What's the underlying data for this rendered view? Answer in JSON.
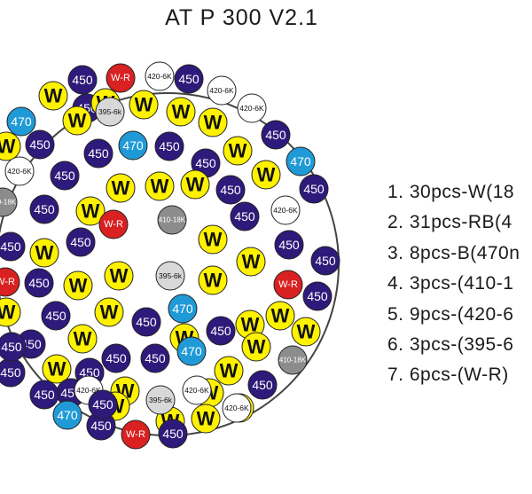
{
  "title": "AT P 300 V2.1",
  "colors": {
    "W": "#fff200",
    "450": "#2e1a7a",
    "470": "#1f9ad6",
    "W-R": "#d92121",
    "420-6K": "#ffffff",
    "395-6k": "#d8d8d8",
    "410-18K": "#8c8c8c",
    "board_outline": "#444444"
  },
  "legend": [
    "1. 30pcs-W(18",
    "2. 31pcs-RB(4",
    "3. 8pcs-B(470n",
    "4. 3pcs-(410-1",
    "5. 9pcs-(420-6",
    "6. 3pcs-(395-6",
    "7. 6pcs-(W-R)"
  ],
  "leds": [
    {
      "type": "450",
      "label": "450"
    },
    {
      "type": "W-R",
      "label": "W-R"
    },
    {
      "type": "420-6K",
      "label": "420-6K"
    },
    {
      "type": "450",
      "label": "450"
    },
    {
      "type": "W",
      "label": "W"
    },
    {
      "type": "450",
      "label": "450"
    },
    {
      "type": "W",
      "label": "W"
    },
    {
      "type": "420-6K",
      "label": "420-6K"
    },
    {
      "type": "W",
      "label": "W"
    },
    {
      "type": "395-6k",
      "label": "395-6k"
    },
    {
      "type": "W",
      "label": "W"
    },
    {
      "type": "420-6K",
      "label": "420-6K"
    },
    {
      "type": "W",
      "label": "W"
    },
    {
      "type": "470",
      "label": "470"
    },
    {
      "type": "W",
      "label": "W"
    },
    {
      "type": "W",
      "label": "W"
    },
    {
      "type": "450",
      "label": "450"
    },
    {
      "type": "450",
      "label": "450"
    },
    {
      "type": "470",
      "label": "470"
    },
    {
      "type": "450",
      "label": "450"
    },
    {
      "type": "450",
      "label": "450"
    },
    {
      "type": "W",
      "label": "W"
    },
    {
      "type": "450",
      "label": "450"
    },
    {
      "type": "470",
      "label": "470"
    },
    {
      "type": "420-6K",
      "label": "420-6K"
    },
    {
      "type": "450",
      "label": "450"
    },
    {
      "type": "450",
      "label": "450"
    },
    {
      "type": "W",
      "label": "W"
    },
    {
      "type": "W",
      "label": "W"
    },
    {
      "type": "W",
      "label": "W"
    },
    {
      "type": "450",
      "label": "450"
    },
    {
      "type": "W",
      "label": "W"
    },
    {
      "type": "410-18K",
      "label": "410-18K"
    },
    {
      "type": "450",
      "label": "450"
    },
    {
      "type": "W",
      "label": "W"
    },
    {
      "type": "W-R",
      "label": "W-R"
    },
    {
      "type": "410-18K",
      "label": "410-18K"
    },
    {
      "type": "450",
      "label": "450"
    },
    {
      "type": "420-6K",
      "label": "420-6K"
    },
    {
      "type": "450",
      "label": "450"
    },
    {
      "type": "W",
      "label": "W"
    },
    {
      "type": "450",
      "label": "450"
    },
    {
      "type": "W",
      "label": "W"
    },
    {
      "type": "450",
      "label": "450"
    },
    {
      "type": "W",
      "label": "W"
    },
    {
      "type": "450",
      "label": "450"
    },
    {
      "type": "W",
      "label": "W"
    },
    {
      "type": "395-6k",
      "label": "395-6k"
    },
    {
      "type": "W-R",
      "label": "W-R"
    },
    {
      "type": "W",
      "label": "W"
    },
    {
      "type": "450",
      "label": "450"
    },
    {
      "type": "W",
      "label": "W"
    },
    {
      "type": "W-R",
      "label": "W-R"
    },
    {
      "type": "450",
      "label": "450"
    },
    {
      "type": "W",
      "label": "W"
    },
    {
      "type": "450",
      "label": "450"
    },
    {
      "type": "W",
      "label": "W"
    },
    {
      "type": "450",
      "label": "450"
    },
    {
      "type": "470",
      "label": "470"
    },
    {
      "type": "W",
      "label": "W"
    },
    {
      "type": "W",
      "label": "W"
    },
    {
      "type": "450",
      "label": "450"
    },
    {
      "type": "W",
      "label": "W"
    },
    {
      "type": "W",
      "label": "W"
    },
    {
      "type": "W",
      "label": "W"
    },
    {
      "type": "450",
      "label": "450"
    },
    {
      "type": "W",
      "label": "W"
    },
    {
      "type": "450",
      "label": "450"
    },
    {
      "type": "450",
      "label": "450"
    },
    {
      "type": "470",
      "label": "470"
    },
    {
      "type": "450",
      "label": "450"
    },
    {
      "type": "W",
      "label": "W"
    },
    {
      "type": "450",
      "label": "450"
    },
    {
      "type": "410-18K",
      "label": "410-18K"
    },
    {
      "type": "450",
      "label": "450"
    },
    {
      "type": "W",
      "label": "W"
    },
    {
      "type": "450",
      "label": "450"
    },
    {
      "type": "450",
      "label": "450"
    },
    {
      "type": "450",
      "label": "450"
    },
    {
      "type": "W",
      "label": "W"
    },
    {
      "type": "W",
      "label": "W"
    },
    {
      "type": "W",
      "label": "W"
    },
    {
      "type": "W",
      "label": "W"
    },
    {
      "type": "420-6K",
      "label": "420-6K"
    },
    {
      "type": "W",
      "label": "W"
    },
    {
      "type": "395-6k",
      "label": "395-6k"
    },
    {
      "type": "420-6K",
      "label": "420-6K"
    },
    {
      "type": "420-6K",
      "label": "420-6K"
    },
    {
      "type": "450",
      "label": "450"
    },
    {
      "type": "470",
      "label": "470"
    },
    {
      "type": "450",
      "label": "450"
    },
    {
      "type": "W-R",
      "label": "W-R"
    },
    {
      "type": "450",
      "label": "450"
    },
    {
      "type": "W",
      "label": "W"
    }
  ]
}
